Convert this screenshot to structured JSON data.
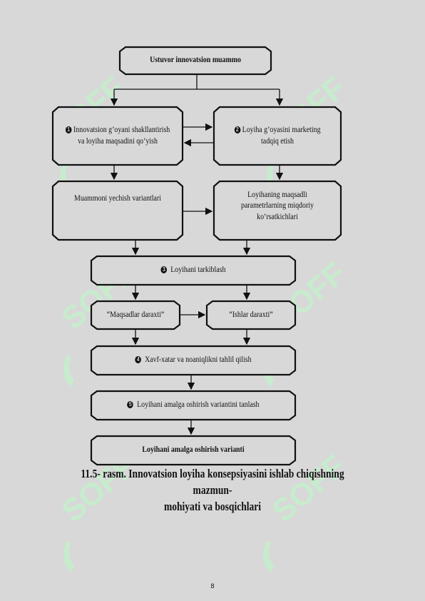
{
  "diagram": {
    "top_box": "Ustuvor innovatsion muammo",
    "box1": {
      "number": "1",
      "text": "Innovatsion g’oyani shakllantirish va loyiha maqsadini qo’yish"
    },
    "box2": {
      "number": "2",
      "text": "Loyiha g’oyasini marketing tadqiq etish"
    },
    "box_variants": "Muammoni yechish variantlari",
    "box_params": "Loyihaning maqsadli parametrlarning miqdoriy ko’rsatkichlari",
    "box3": {
      "number": "3",
      "text": "Loyihani tarkiblash"
    },
    "box_goals_tree": "“Maqsadlar daraxti”",
    "box_works_tree": "“Ishlar daraxti”",
    "box4": {
      "number": "4",
      "text": "Xavf-xatar va noaniqlikni tahlil qilish"
    },
    "box5": {
      "number": "5",
      "text": "Loyihani amalga oshirish variantini tanlash"
    },
    "bottom_box": "Loyihani amalga oshirish varianti"
  },
  "caption": {
    "line1": "11.5- rasm. Innovatsion loyiha konsepsiyasini ishlab chiqishning mazmun-",
    "line2": "mohiyati va bosqichlari"
  },
  "page_number": "8",
  "watermark": {
    "text": "SOFF",
    "color": "#bff0c8"
  },
  "colors": {
    "page": "#d8d8d8",
    "box_fill": "#d8d8d8",
    "stroke": "#111111"
  }
}
